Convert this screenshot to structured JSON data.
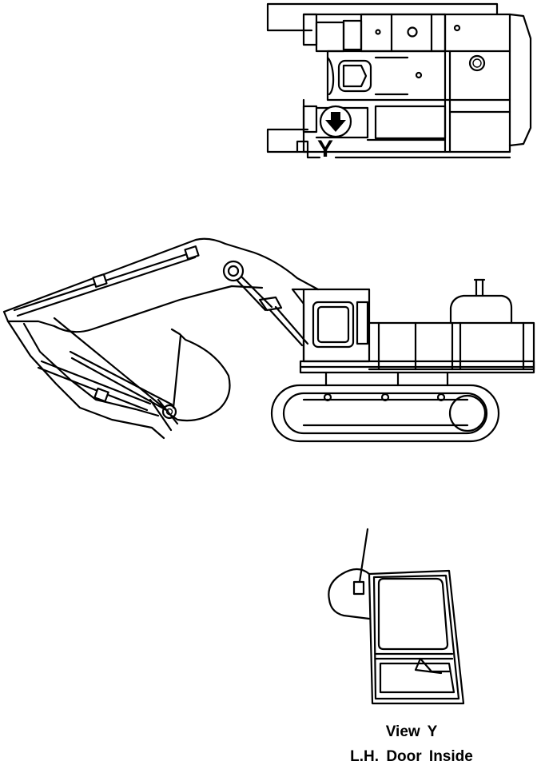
{
  "figure": {
    "view_marker": "Y",
    "caption_line1": "View  Y",
    "caption_line2": "L.H.  Door  Inside"
  },
  "parts": {
    "top_view": "top-view-excavator",
    "side_view": "side-view-excavator",
    "door_view": "door-inside-view"
  },
  "colors": {
    "ink": "#000000",
    "paper": "#ffffff"
  }
}
